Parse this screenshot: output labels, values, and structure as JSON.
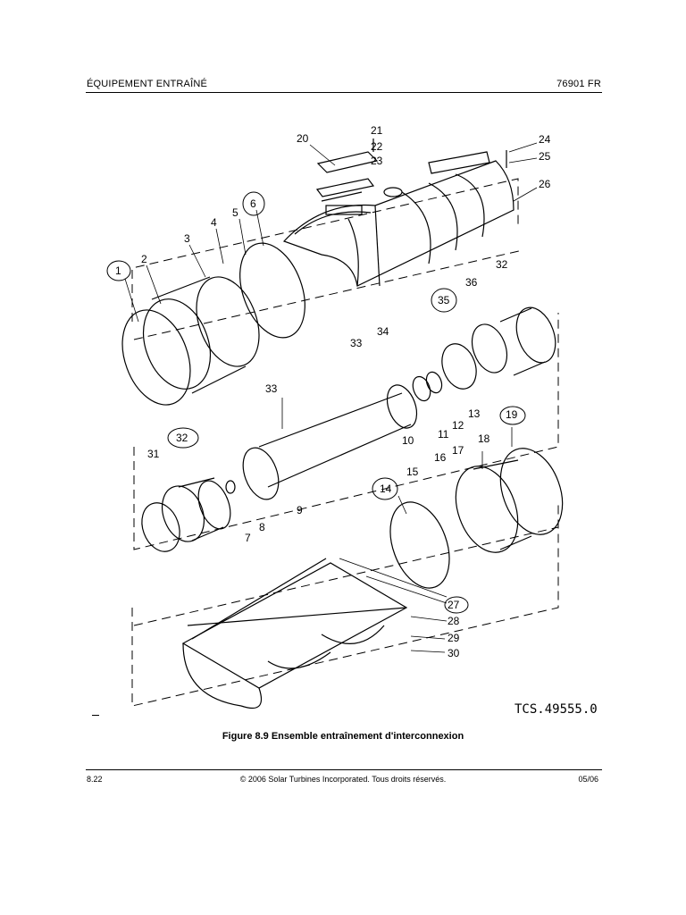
{
  "header": {
    "left": "ÉQUIPEMENT ENTRAÎNÉ",
    "right": "76901 FR"
  },
  "figure": {
    "caption": "Figure 8.9 Ensemble entraînement d'interconnexion",
    "drawing_number": "TCS.49555.0",
    "callouts": [
      "1",
      "2",
      "3",
      "4",
      "5",
      "6",
      "7",
      "8",
      "9",
      "10",
      "11",
      "12",
      "13",
      "14",
      "15",
      "16",
      "17",
      "18",
      "19",
      "20",
      "21",
      "22",
      "23",
      "24",
      "25",
      "26",
      "27",
      "28",
      "29",
      "30",
      "31",
      "32",
      "32",
      "33",
      "33",
      "34",
      "35",
      "36"
    ],
    "circled_callouts": [
      "1",
      "6",
      "14",
      "19",
      "27",
      "32",
      "35"
    ]
  },
  "footer": {
    "page": "8.22",
    "copyright": "© 2006 Solar Turbines Incorporated. Tous droits réservés.",
    "date": "05/06"
  }
}
